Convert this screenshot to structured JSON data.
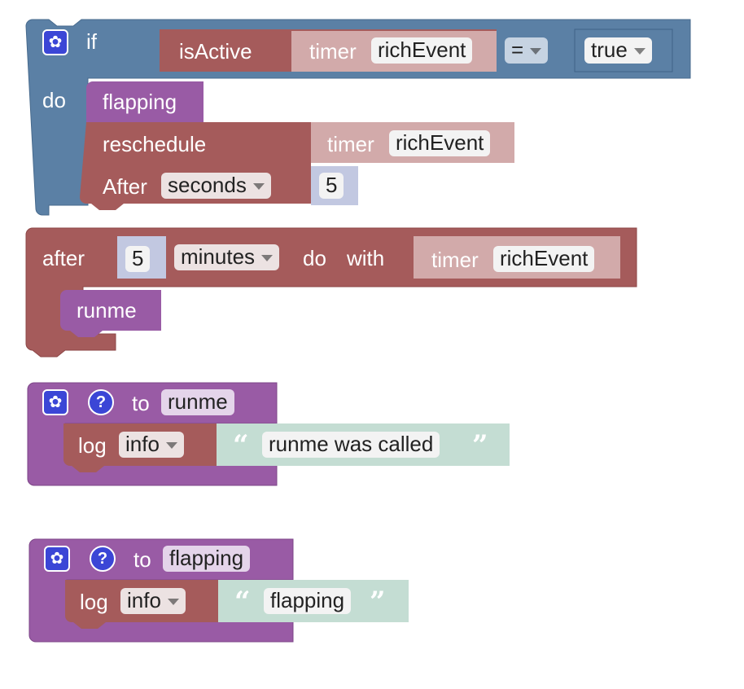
{
  "if_block": {
    "if_label": "if",
    "do_label": "do",
    "is_active_label": "isActive",
    "timer_label": "timer",
    "timer_var": "richEvent",
    "operator": "=",
    "bool_value": "true",
    "call_label": "flapping",
    "reschedule_label": "reschedule",
    "reschedule_timer_label": "timer",
    "reschedule_timer_var": "richEvent",
    "after_label": "After",
    "unit": "seconds",
    "amount": "5"
  },
  "after_block": {
    "after_label": "after",
    "amount": "5",
    "unit": "minutes",
    "do_label": "do",
    "with_label": "with",
    "timer_label": "timer",
    "timer_var": "richEvent",
    "call_label": "runme"
  },
  "proc_runme": {
    "to_label": "to",
    "name": "runme",
    "log_label": "log",
    "level": "info",
    "message": "runme was called"
  },
  "proc_flapping": {
    "to_label": "to",
    "name": "flapping",
    "log_label": "log",
    "level": "info",
    "message": "flapping"
  },
  "icons": {
    "gear": "gear-icon",
    "help": "help-icon",
    "open_quote": "“",
    "close_quote": "”",
    "help_glyph": "?",
    "gear_glyph": "✿"
  },
  "colors": {
    "control_blue": "#5b80a5",
    "timer_brown": "#a55b5b",
    "timer_light": "#d2aaaa",
    "procedure_purple": "#995ba5",
    "text_green": "#c4ddd3",
    "math_blue": "#c2c8e1"
  }
}
